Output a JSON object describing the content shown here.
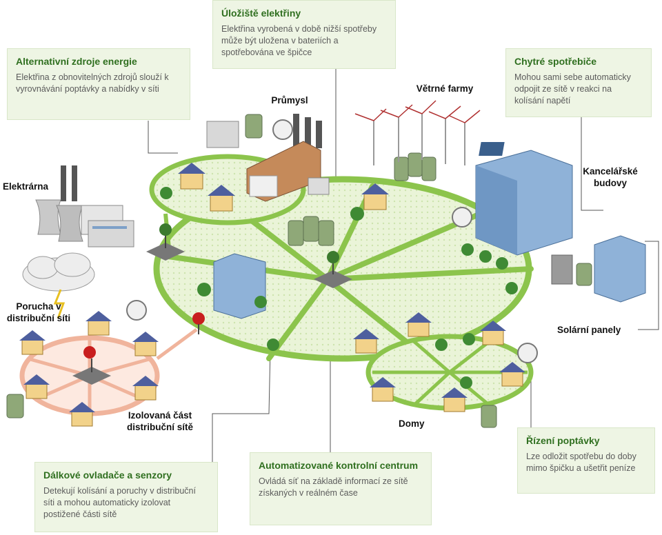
{
  "boxes": {
    "storage": {
      "title": "Úložiště elektřiny",
      "body": "Elektřina vyrobená v době nižší spotřeby může být uložena v bateriích a spotřebována ve špičce"
    },
    "alternative": {
      "title": "Alternativní zdroje energie",
      "body": "Elektřina z obnovitelných zdrojů slouží k vyrovnávání poptávky a nabídky v síti"
    },
    "smart": {
      "title": "Chytré spotřebiče",
      "body": "Mohou sami sebe automaticky odpojit ze sítě v reakci na kolísání napětí"
    },
    "remote": {
      "title": "Dálkové ovladače a senzory",
      "body": "Detekují kolísání a poruchy v distribuční síti a mohou automaticky izolovat postižené části sítě"
    },
    "control": {
      "title": "Automatizované kontrolní centrum",
      "body": "Ovládá síť na základě informací ze sítě získaných v reálném čase"
    },
    "demand": {
      "title": "Řízení poptávky",
      "body": "Lze odložit spotřebu do doby mimo špičku a ušetřit peníze"
    }
  },
  "labels": {
    "industry": "Průmysl",
    "wind": "Větrné farmy",
    "plant": "Elektrárna",
    "offices": "Kancelářské budovy",
    "fault": "Porucha v distribuční síti",
    "solar": "Solární panely",
    "isolated": "Izolovaná část distribuční sítě",
    "homes": "Domy"
  },
  "colors": {
    "accent": "#2f6f1f",
    "grid": "#8cc44c",
    "field": "#e9f3d6",
    "box_bg": "#eef5e4",
    "fault": "#e06b3c"
  }
}
